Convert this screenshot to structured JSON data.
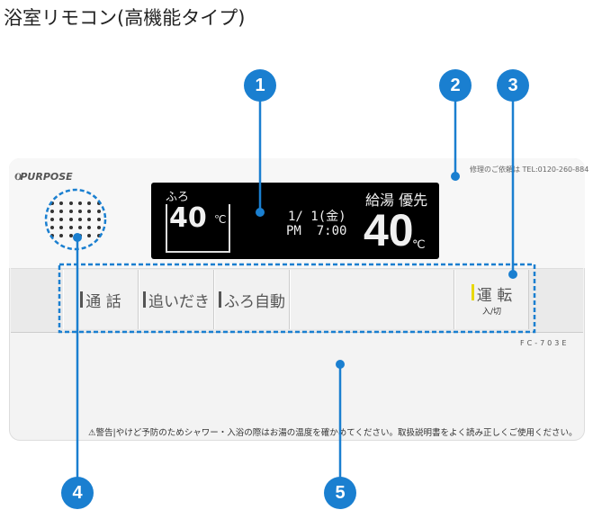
{
  "title": "浴室リモコン(高機能タイプ)",
  "brand": "PURPOSE",
  "repair_contact": "修理のご依頼は TEL:0120-260-884",
  "display": {
    "bath_label": "ふろ",
    "bath_temp": "40",
    "bath_unit": "℃",
    "date": "1/ 1(金)",
    "time": "PM  7:00",
    "mode": "給湯 優先",
    "hot_water_temp": "40",
    "hot_water_unit": "℃"
  },
  "buttons": [
    {
      "label": "通 話"
    },
    {
      "label": "追いだき"
    },
    {
      "label": "ふろ自動"
    },
    {
      "label": "運 転",
      "sub": "入/切"
    }
  ],
  "model": "FC-703E",
  "warning": {
    "label": "警告",
    "text": "やけど予防のためシャワー・入浴の際はお湯の温度を確かめてください。取扱説明書をよく読み正しくご使用ください。"
  },
  "callouts": [
    "1",
    "2",
    "3",
    "4",
    "5"
  ],
  "colors": {
    "callout": "#1a7fd0",
    "power_indicator": "#e8d800"
  }
}
